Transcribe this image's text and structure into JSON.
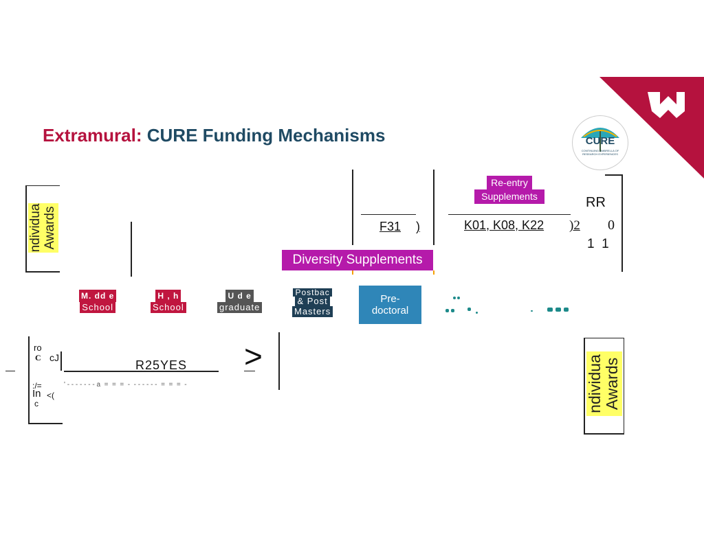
{
  "title": {
    "part1": "Extramural:",
    "part2": "CURE Funding Mechanisms"
  },
  "logos": {
    "cure_text": "CURE",
    "cure_subtitle": "CONTINUING UMBRELLA OF RESEARCH EXPERIENCES"
  },
  "labels": {
    "individual_awards_left": "ndividua\nAwards",
    "individual_awards_right": "ndividua\nAwards",
    "reentry_line1": "Re-entry",
    "reentry_line2": "Supplements",
    "rr": "RR",
    "f31": "F31",
    "f31_paren": ")",
    "k_awards": "K01, K08, K22",
    "k_suffix": ")2",
    "zero": "0",
    "one_one": "1  1",
    "diversity": "Diversity Supplements",
    "r25": "R25YES",
    "arrow": ">",
    "left_fragment_1": "ro",
    "left_fragment_2": "C",
    "left_fragment_3": "cJ",
    "left_fragment_4": ":/=",
    "left_fragment_5": "In",
    "left_fragment_6": "<(",
    "left_fragment_7": "c",
    "dashed_text": "' - - - - - - - a  =  =  =  -  - - - - - -  =  =  =  -"
  },
  "stages": [
    {
      "top": "M. dd  e",
      "bottom": "School",
      "color": "#c0163f"
    },
    {
      "top": "H , h",
      "bottom": "School",
      "color": "#c0163f"
    },
    {
      "top": "U  d  e",
      "bottom": "graduate",
      "color": "#555555"
    },
    {
      "top": "Postbac",
      "bottom": "Masters",
      "middle": "& Post",
      "color": "#1f3f55"
    },
    {
      "top": "Pre-",
      "bottom": "doctoral",
      "color": "#2f86b8"
    }
  ],
  "colors": {
    "red": "#b5123e",
    "navy": "#1f4a63",
    "magenta": "#b51aaa",
    "yellow": "#ffff66",
    "teal": "#1d8a8a",
    "blue": "#2f86b8"
  }
}
